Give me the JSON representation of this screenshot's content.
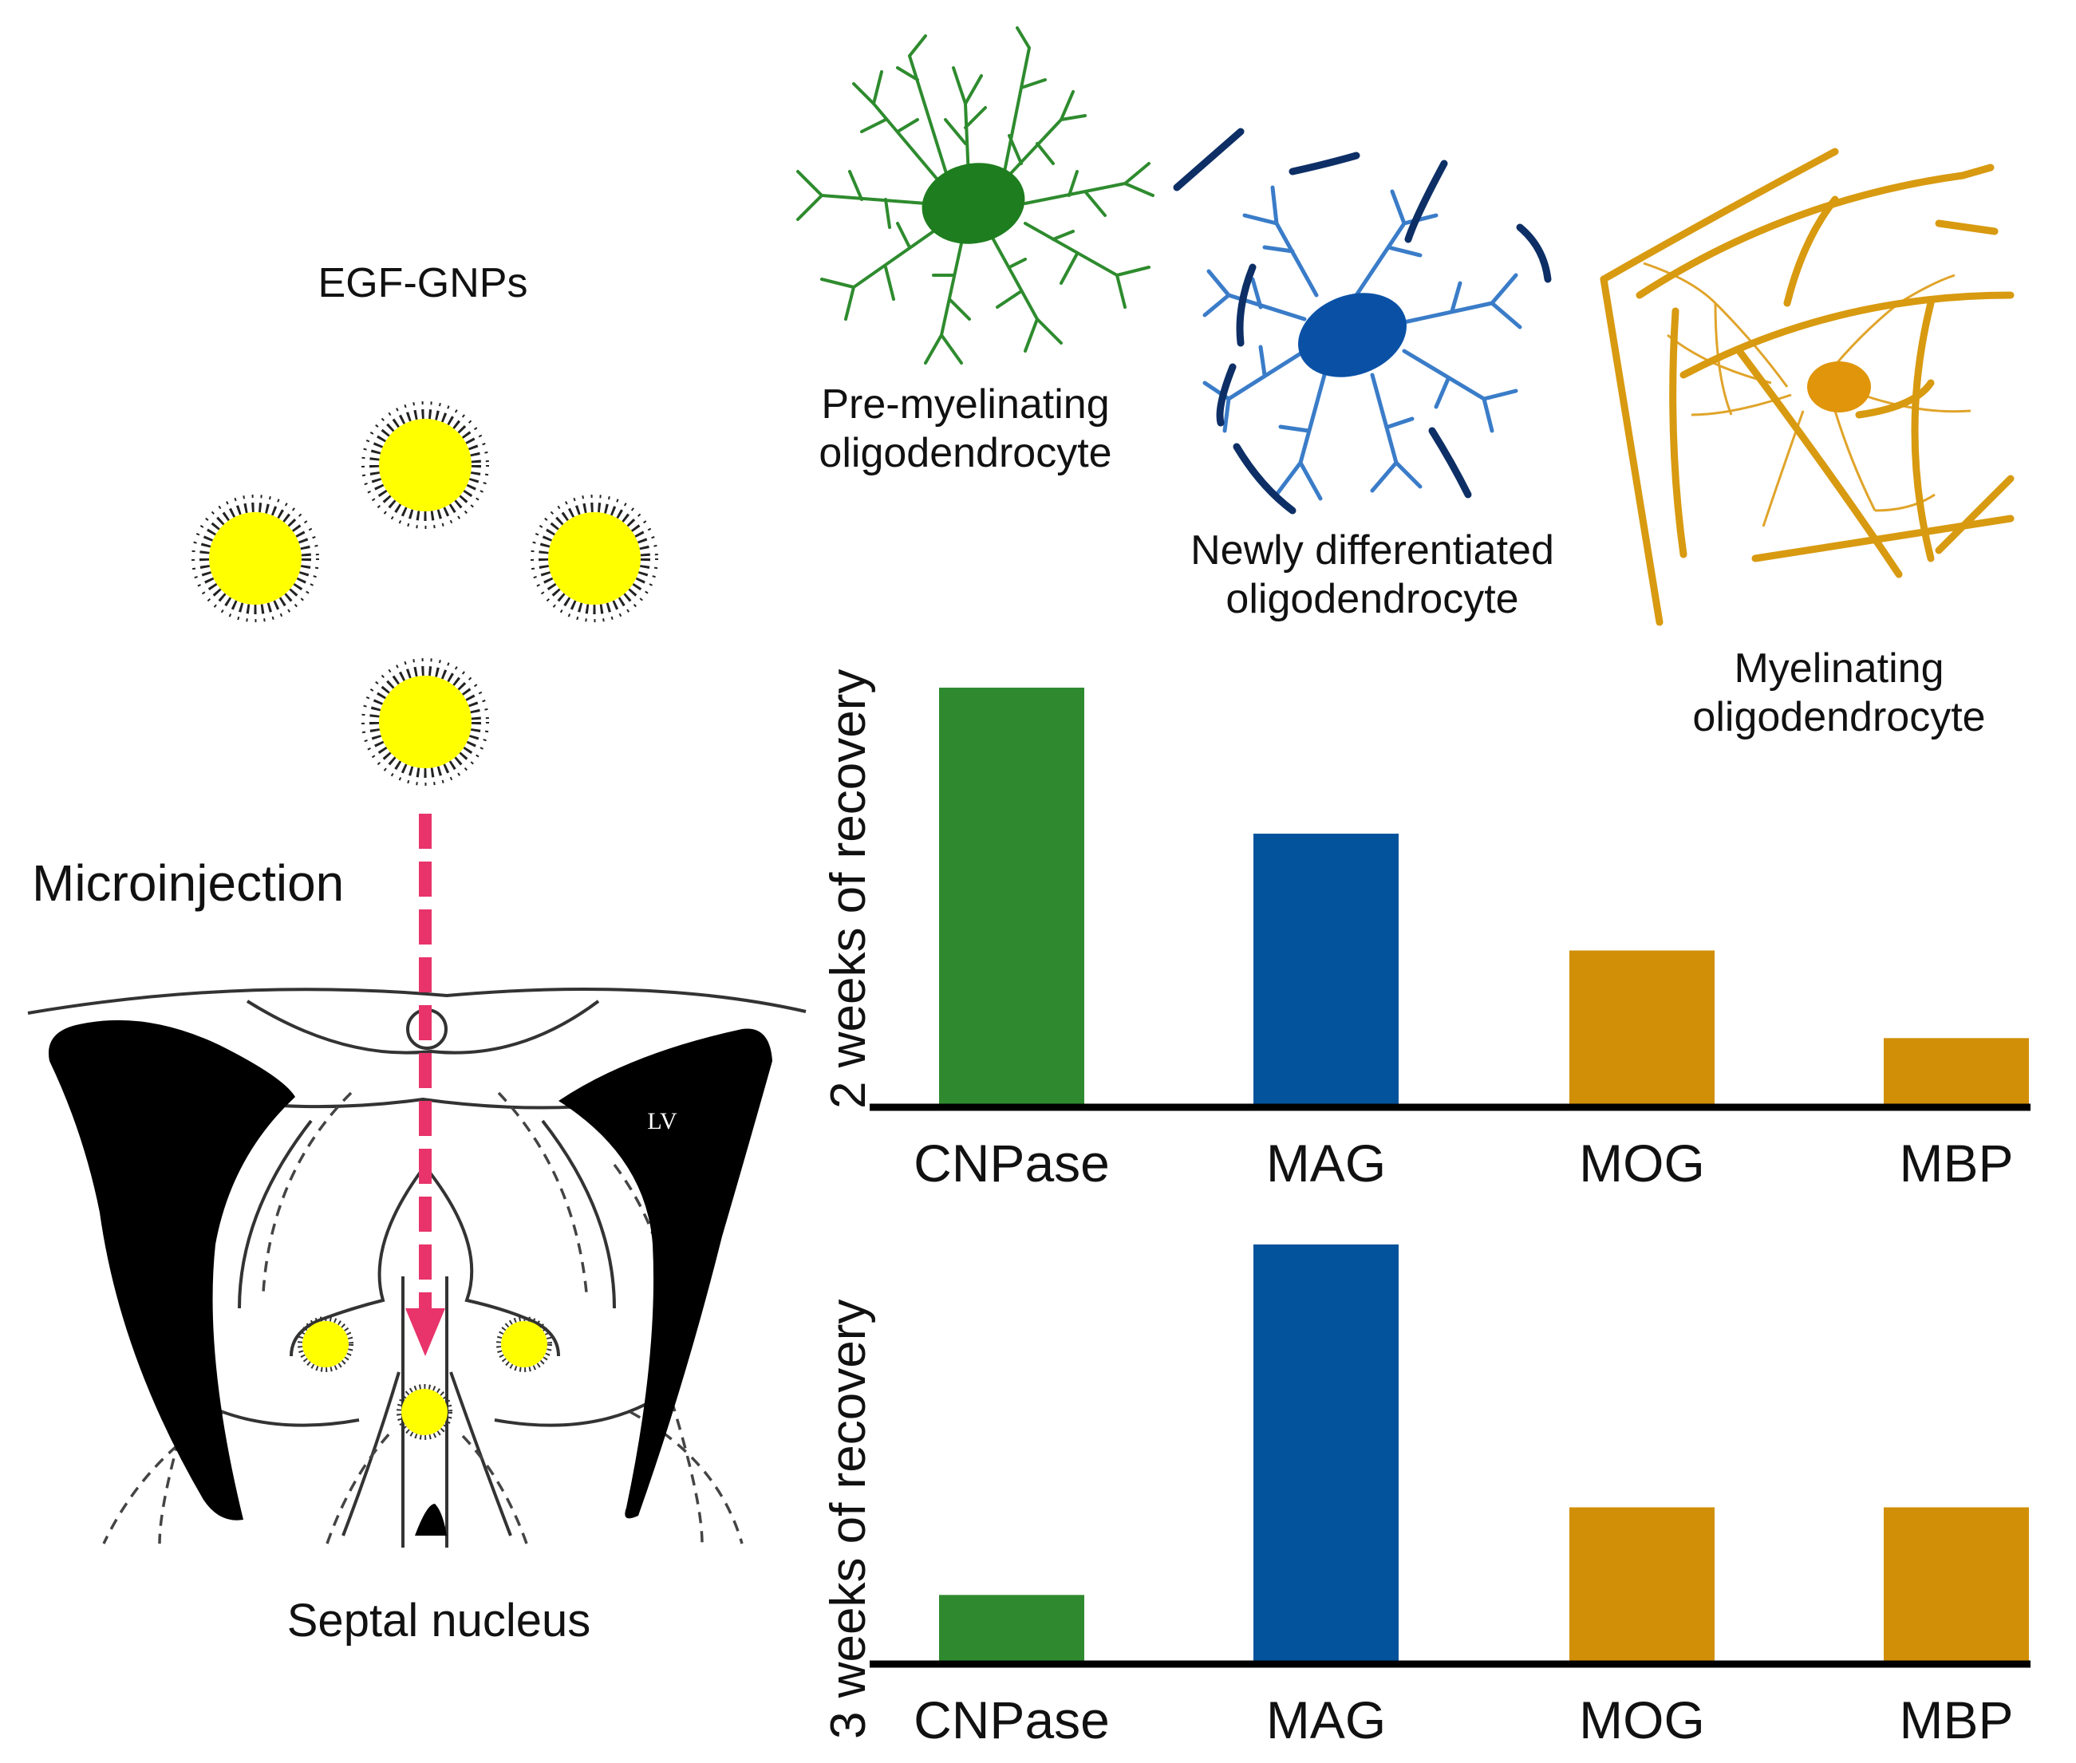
{
  "left_panel": {
    "nanoparticle_label": "EGF-GNPs",
    "injection_label": "Microinjection",
    "region_label": "Septal nucleus",
    "ventricle_label": "LV"
  },
  "cells": [
    {
      "label_line1": "Pre-myelinating",
      "label_line2": "oligodendrocyte",
      "color": "#2e7d32"
    },
    {
      "label_line1": "Newly differentiated",
      "label_line2": "oligodendrocyte",
      "color": "#1f5fa8"
    },
    {
      "label_line1": "Myelinating",
      "label_line2": "oligodendrocyte",
      "color": "#d4950b"
    }
  ],
  "colors": {
    "nanoparticle": "#ffff00",
    "arrow": "#e8336b",
    "green": "#2f8a2f",
    "blue": "#03529c",
    "gold": "#d18f08"
  },
  "chart_data": [
    {
      "type": "bar",
      "ylabel": "2 weeks of recovery",
      "categories": [
        "CNPase",
        "MAG",
        "MOG",
        "MBP"
      ],
      "values": [
        100,
        65,
        37,
        16
      ],
      "ylim": [
        0,
        100
      ],
      "bar_colors": [
        "#2f8a2f",
        "#03529c",
        "#d18f08",
        "#d18f08"
      ]
    },
    {
      "type": "bar",
      "ylabel": "3 weeks of recovery",
      "categories": [
        "CNPase",
        "MAG",
        "MOG",
        "MBP"
      ],
      "values": [
        16,
        100,
        37,
        37
      ],
      "ylim": [
        0,
        100
      ],
      "bar_colors": [
        "#2f8a2f",
        "#03529c",
        "#d18f08",
        "#d18f08"
      ]
    }
  ]
}
